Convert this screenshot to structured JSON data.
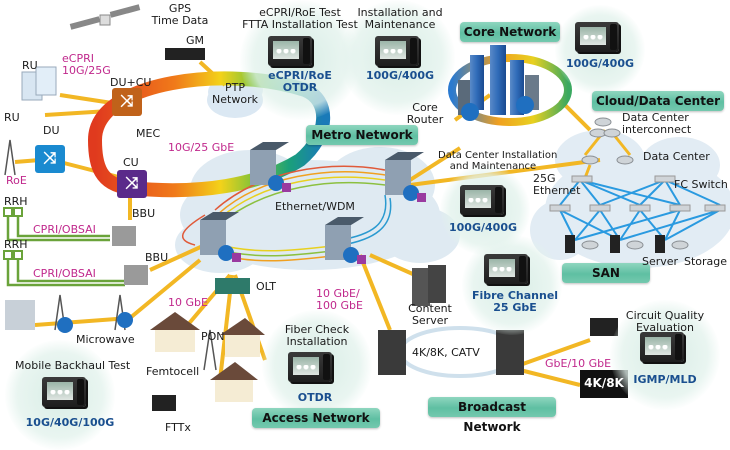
{
  "sections": {
    "core": "Core Network",
    "cloud": "Cloud/Data Center",
    "metro": "Metro Network",
    "san": "SAN",
    "access": "Access Network",
    "broadcast": "Broadcast Network"
  },
  "top": {
    "gps": [
      "GPS",
      "Time Data"
    ],
    "gm": "GM",
    "ptp": [
      "PTP",
      "Network"
    ],
    "ecpri_test": [
      "eCPRI/RoE Test",
      "FTTA Installation Test"
    ],
    "ecpri_test_spec": [
      "eCPRI/RoE",
      "OTDR"
    ],
    "install_maint": [
      "Installation and",
      "Maintenance"
    ],
    "install_maint_spec": "100G/400G",
    "core_spec": "100G/400G",
    "core_router": [
      "Core",
      "Router"
    ]
  },
  "mobile": {
    "ru1": "RU",
    "ecpri_rate": [
      "eCPRI",
      "10G/25G"
    ],
    "du_cu": "DU+CU",
    "mec": "MEC",
    "ru2": "RU",
    "du": "DU",
    "roe": "RoE",
    "cu": "CU",
    "ring_rate": "10G/25 GbE",
    "rrh1": "RRH",
    "rrh2": "RRH",
    "cpri1": "CPRI/OBSAI",
    "cpri2": "CPRI/OBSAI",
    "bbu1": "BBU",
    "bbu2": "BBU",
    "microwave": "Microwave",
    "backhaul_title": "Mobile Backhaul Test",
    "backhaul_spec": "10G/40G/100G"
  },
  "metro": {
    "ethernet_wdm": "Ethernet/WDM",
    "dc_install": [
      "Data Center Installation",
      "and Maintenance"
    ],
    "dc_install_spec": "100G/400G"
  },
  "datacenter": {
    "dci": [
      "Data Center",
      "interconnect"
    ],
    "dc": "Data Center",
    "eth25": [
      "25G",
      "Ethernet"
    ],
    "fc_switch": "FC Switch",
    "server": "Server",
    "storage": "Storage",
    "fc_spec": [
      "Fibre Channel",
      "25 GbE"
    ]
  },
  "access": {
    "olt": "OLT",
    "gbe10": "10 GbE",
    "pon": "PON",
    "femtocell": "Femtocell",
    "fttx": "FTTx",
    "fiber_check": [
      "Fiber Check",
      "Installation"
    ],
    "fiber_check_spec": "OTDR",
    "gbe_rate": [
      "10 GbE/",
      "100 GbE"
    ]
  },
  "broadcast": {
    "content_server": [
      "Content",
      "Server"
    ],
    "catv": "4K/8K, CATV",
    "gbe": "GbE/10 GbE",
    "display": "4K/8K",
    "cq_title": [
      "Circuit Quality",
      "Evaluation"
    ],
    "cq_spec": "IGMP/MLD"
  }
}
